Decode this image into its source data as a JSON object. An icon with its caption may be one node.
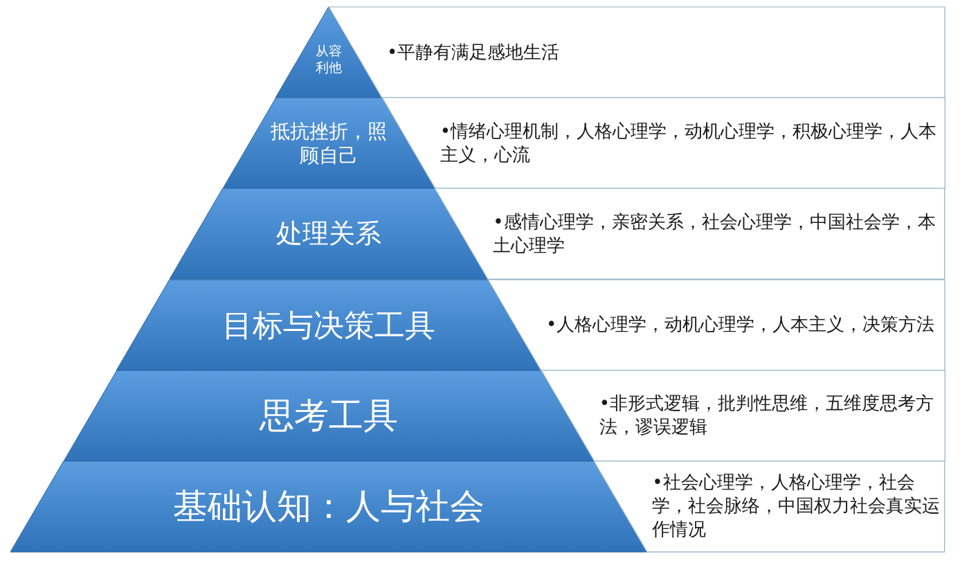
{
  "diagram": {
    "nodes": [
      {
        "text": [
          "从容利他"
        ]
      },
      {
        "text": [
          "抵抗挫折，照顾自己"
        ]
      },
      {
        "text": [
          "处理关系"
        ]
      },
      {
        "text": [
          "目标与决策工具"
        ]
      },
      {
        "text": [
          "思考工具"
        ]
      },
      {
        "text": [
          "基础认知：人与社会"
        ]
      },
      {
        "text": [
          "•平静有满足感地生活"
        ]
      },
      {
        "text": [
          "•情绪心理机制，人格心理学，动机心理学，积极心理学，人本主义，心流"
        ]
      },
      {
        "text": [
          "•感情心理学，亲密关系，社会心理学，中国社会学，本土心理学"
        ]
      },
      {
        "text": [
          "•人格心理学，动机心理学，人本主义，决策方法"
        ]
      },
      {
        "text": [
          "•非形式逻辑，批判性思维，五维度思考方法，谬误逻辑"
        ]
      },
      {
        "text": [
          "•社会心理学，人格心理学，社会学，社会脉络，中国权力社会真实运作情况"
        ]
      }
    ]
  }
}
